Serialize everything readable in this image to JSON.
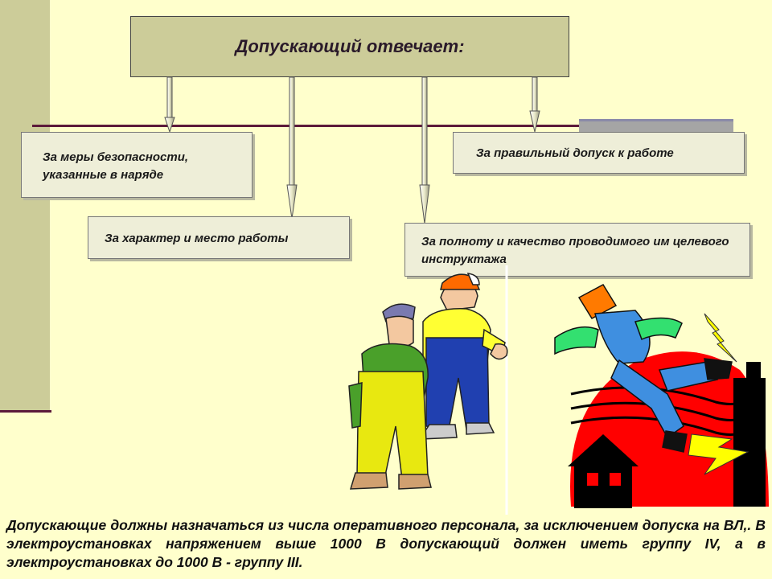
{
  "header": {
    "title": "Допускающий отвечает:"
  },
  "boxes": {
    "safety": "За меры безопасности, указанные в наряде",
    "nature": "За характер и место работы",
    "admission": "За правильный допуск к работе",
    "briefing": "За полноту и качество проводимого им целевого инструктажа"
  },
  "footer": {
    "text": "Допускающие должны назначаться из числа оперативного персонала, за исключением допуска на ВЛ,. В электроустановках напряжением выше 1000 В допускающий должен иметь группу IV, а в электроустановках до 1000 В - группу III."
  },
  "colors": {
    "background": "#ffffcc",
    "side_band": "#cccc99",
    "rule": "#5c1a3a",
    "hazard_red": "#ff0000",
    "bolt_yellow": "#ffff00"
  },
  "icons": [
    "workers-illustration",
    "electric-shock-illustration",
    "house-icon",
    "lightning-bolt-icon"
  ]
}
